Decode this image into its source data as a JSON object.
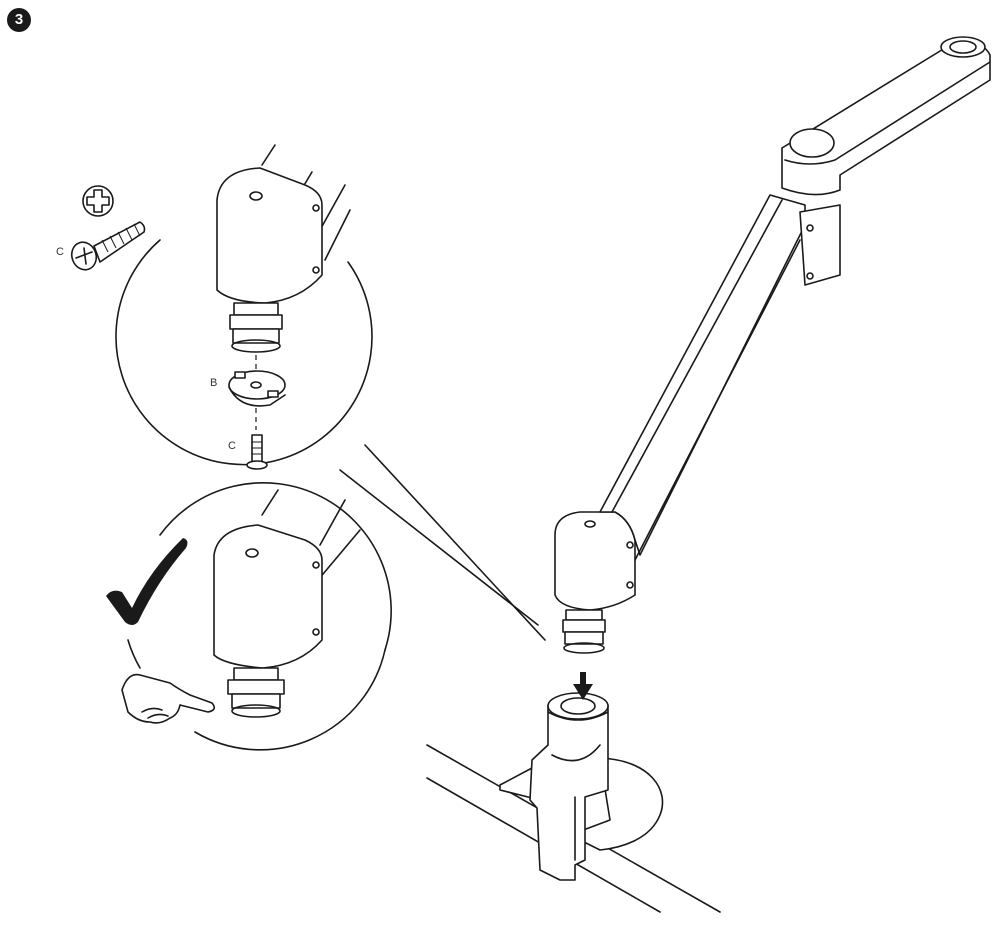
{
  "step": {
    "number": "3"
  },
  "labels": {
    "screw_top": "C",
    "washer": "B",
    "screw_detail": "C"
  },
  "icons": {
    "phillips": "phillips-screwdriver-icon",
    "checkmark": "checkmark-icon",
    "pointing_hand": "pointing-hand-icon",
    "insert_arrow": "down-arrow-icon"
  },
  "colors": {
    "ink": "#1a1a1a",
    "background": "#ffffff"
  }
}
